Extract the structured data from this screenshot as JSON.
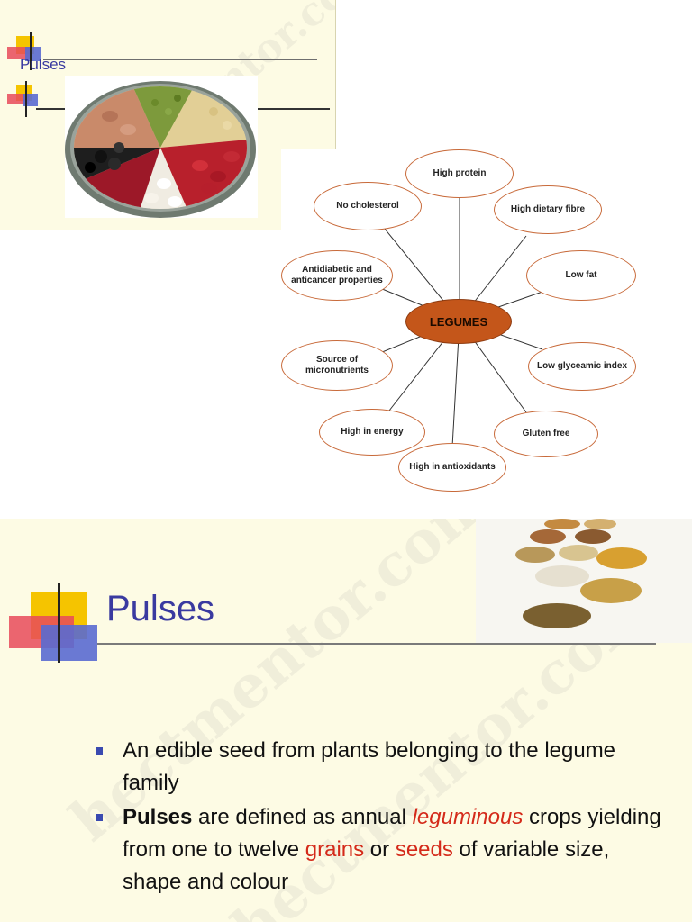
{
  "top_slide": {
    "title": "Pulses"
  },
  "diagram": {
    "center": "LEGUMES",
    "nodes": [
      "High protein",
      "High dietary fibre",
      "Low fat",
      "Low glyceamic index",
      "Gluten free",
      "High in antioxidants",
      "High in energy",
      "Source of micronutrients",
      "Antidiabetic and anticancer properties",
      "No cholesterol"
    ]
  },
  "bottom_slide": {
    "title": "Pulses",
    "bullet1": "An edible seed  from plants belonging to the legume family",
    "bullet2": {
      "bold": "Pulses",
      "t1": " are defined as annual ",
      "leguminous": "leguminous",
      "t2": " crops yielding from one to twelve ",
      "grains": "grains",
      "t3": " or ",
      "seeds": "seeds",
      "t4": " of variable size, shape and colour"
    }
  },
  "watermark": "hectmentor.com",
  "colors": {
    "slide_bg": "#fdfbe4",
    "title_blue": "#3a3aa0",
    "node_border": "#c86a3a",
    "center_fill": "#c4561a",
    "highlight_red": "#d42a1a"
  }
}
